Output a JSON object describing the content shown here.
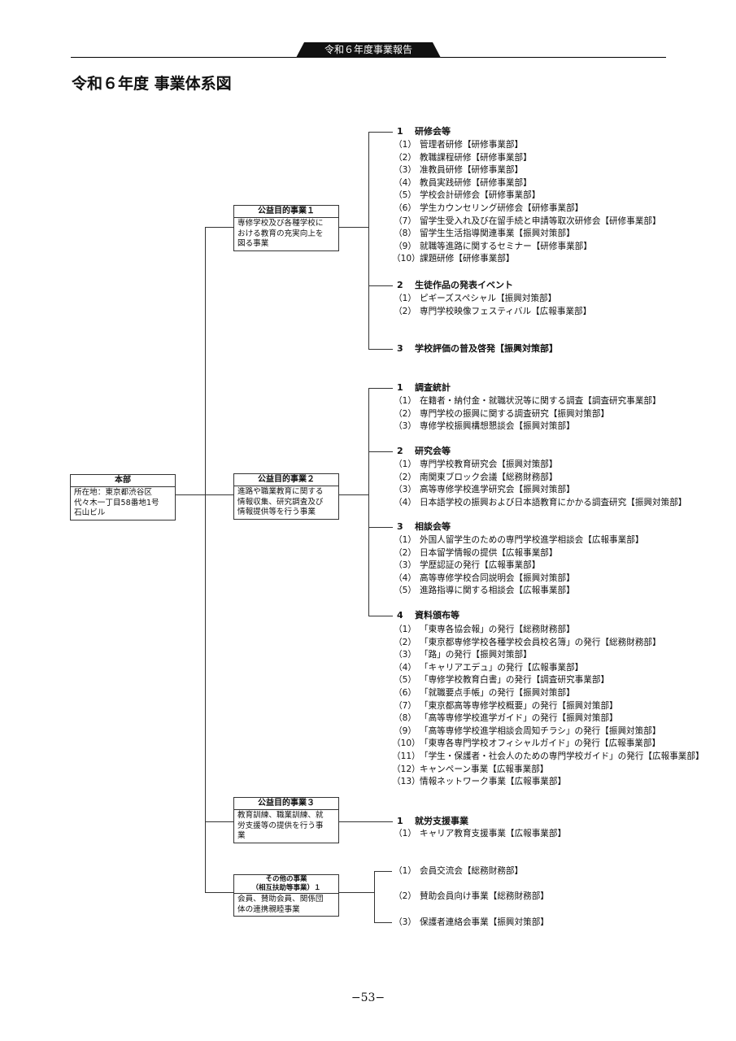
{
  "header": {
    "tab": "令和６年度事業報告",
    "title": "令和６年度 事業体系図",
    "page_number": "−53−"
  },
  "root": {
    "title": "本部",
    "body": [
      "所在地：東京都渋谷区",
      "代々木一丁目58番地1号",
      "石山ビル"
    ]
  },
  "boxes": [
    {
      "title": "公益目的事業１",
      "body": [
        "専修学校及び各種学校に",
        "おける教育の充実向上を",
        "図る事業"
      ]
    },
    {
      "title": "公益目的事業２",
      "body": [
        "進路や職業教育に関する",
        "情報収集、研究調査及び",
        "情報提供等を行う事業"
      ]
    },
    {
      "title": "公益目的事業３",
      "body": [
        "教育訓練、職業訓練、就",
        "労支援等の提供を行う事",
        "業"
      ]
    },
    {
      "title": "その他の事業",
      "subtitle": "（相互扶助等事業）１",
      "body": [
        "会員、賛助会員、関係団",
        "体の連携親睦事業"
      ]
    }
  ],
  "groups": [
    {
      "box": 0,
      "num": "1",
      "label": "研修会等",
      "items": [
        {
          "num": "（1）",
          "text": "管理者研修【研修事業部】"
        },
        {
          "num": "（2）",
          "text": "教職課程研修【研修事業部】"
        },
        {
          "num": "（3）",
          "text": "准教員研修【研修事業部】"
        },
        {
          "num": "（4）",
          "text": "教員実践研修【研修事業部】"
        },
        {
          "num": "（5）",
          "text": "学校会計研修会【研修事業部】"
        },
        {
          "num": "（6）",
          "text": "学生カウンセリング研修会【研修事業部】"
        },
        {
          "num": "（7）",
          "text": "留学生受入れ及び在留手続と申請等取次研修会【研修事業部】"
        },
        {
          "num": "（8）",
          "text": "留学生生活指導関連事業【振興対策部】"
        },
        {
          "num": "（9）",
          "text": "就職等進路に関するセミナー【研修事業部】"
        },
        {
          "num": "（10）",
          "text": "課題研修【研修事業部】"
        }
      ]
    },
    {
      "box": 0,
      "num": "2",
      "label": "生徒作品の発表イベント",
      "items": [
        {
          "num": "（1）",
          "text": "ピギーズスペシャル【振興対策部】"
        },
        {
          "num": "（2）",
          "text": "専門学校映像フェスティバル【広報事業部】"
        }
      ]
    },
    {
      "box": 0,
      "num": "3",
      "label": "学校評価の普及啓発【振興対策部】",
      "items": []
    },
    {
      "box": 1,
      "num": "1",
      "label": "調査統計",
      "items": [
        {
          "num": "（1）",
          "text": "在籍者・納付金・就職状況等に関する調査【調査研究事業部】"
        },
        {
          "num": "（2）",
          "text": "専門学校の振興に関する調査研究【振興対策部】"
        },
        {
          "num": "（3）",
          "text": "専修学校振興構想懇談会【振興対策部】"
        }
      ]
    },
    {
      "box": 1,
      "num": "2",
      "label": "研究会等",
      "items": [
        {
          "num": "（1）",
          "text": "専門学校教育研究会【振興対策部】"
        },
        {
          "num": "（2）",
          "text": "南関東ブロック会議【総務財務部】"
        },
        {
          "num": "（3）",
          "text": "高等専修学校進学研究会【振興対策部】"
        },
        {
          "num": "（4）",
          "text": "日本語学校の振興および日本語教育にかかる調査研究【振興対策部】"
        }
      ]
    },
    {
      "box": 1,
      "num": "3",
      "label": "相談会等",
      "items": [
        {
          "num": "（1）",
          "text": "外国人留学生のための専門学校進学相談会【広報事業部】"
        },
        {
          "num": "（2）",
          "text": "日本留学情報の提供【広報事業部】"
        },
        {
          "num": "（3）",
          "text": "学歴認証の発行【広報事業部】"
        },
        {
          "num": "（4）",
          "text": "高等専修学校合同説明会【振興対策部】"
        },
        {
          "num": "（5）",
          "text": "進路指導に関する相談会【広報事業部】"
        }
      ]
    },
    {
      "box": 1,
      "num": "4",
      "label": "資料頒布等",
      "items": [
        {
          "num": "（1）",
          "text": "「東専各協会報」の発行【総務財務部】"
        },
        {
          "num": "（2）",
          "text": "「東京都専修学校各種学校会員校名簿」の発行【総務財務部】"
        },
        {
          "num": "（3）",
          "text": "「路」の発行【振興対策部】"
        },
        {
          "num": "（4）",
          "text": "「キャリアエデュ」の発行【広報事業部】"
        },
        {
          "num": "（5）",
          "text": "「専修学校教育白書」の発行【調査研究事業部】"
        },
        {
          "num": "（6）",
          "text": "「就職要点手帳」の発行【振興対策部】"
        },
        {
          "num": "（7）",
          "text": "「東京都高等専修学校概要」の発行【振興対策部】"
        },
        {
          "num": "（8）",
          "text": "「高等専修学校進学ガイド」の発行【振興対策部】"
        },
        {
          "num": "（9）",
          "text": "「高等専修学校進学相談会周知チラシ」の発行【振興対策部】"
        },
        {
          "num": "（10）",
          "text": "「東専各専門学校オフィシャルガイド」の発行【広報事業部】"
        },
        {
          "num": "（11）",
          "text": "「学生・保護者・社会人のための専門学校ガイド」の発行【広報事業部】"
        },
        {
          "num": "（12）",
          "text": "キャンペーン事業【広報事業部】"
        },
        {
          "num": "（13）",
          "text": "情報ネットワーク事業【広報事業部】"
        }
      ]
    },
    {
      "box": 2,
      "num": "1",
      "label": "就労支援事業",
      "items": [
        {
          "num": "（1）",
          "text": "キャリア教育支援事業【広報事業部】"
        }
      ]
    }
  ],
  "other_items": [
    {
      "num": "（1）",
      "text": "会員交流会【総務財務部】"
    },
    {
      "num": "（2）",
      "text": "賛助会員向け事業【総務財務部】"
    },
    {
      "num": "（3）",
      "text": "保護者連絡会事業【振興対策部】"
    }
  ]
}
